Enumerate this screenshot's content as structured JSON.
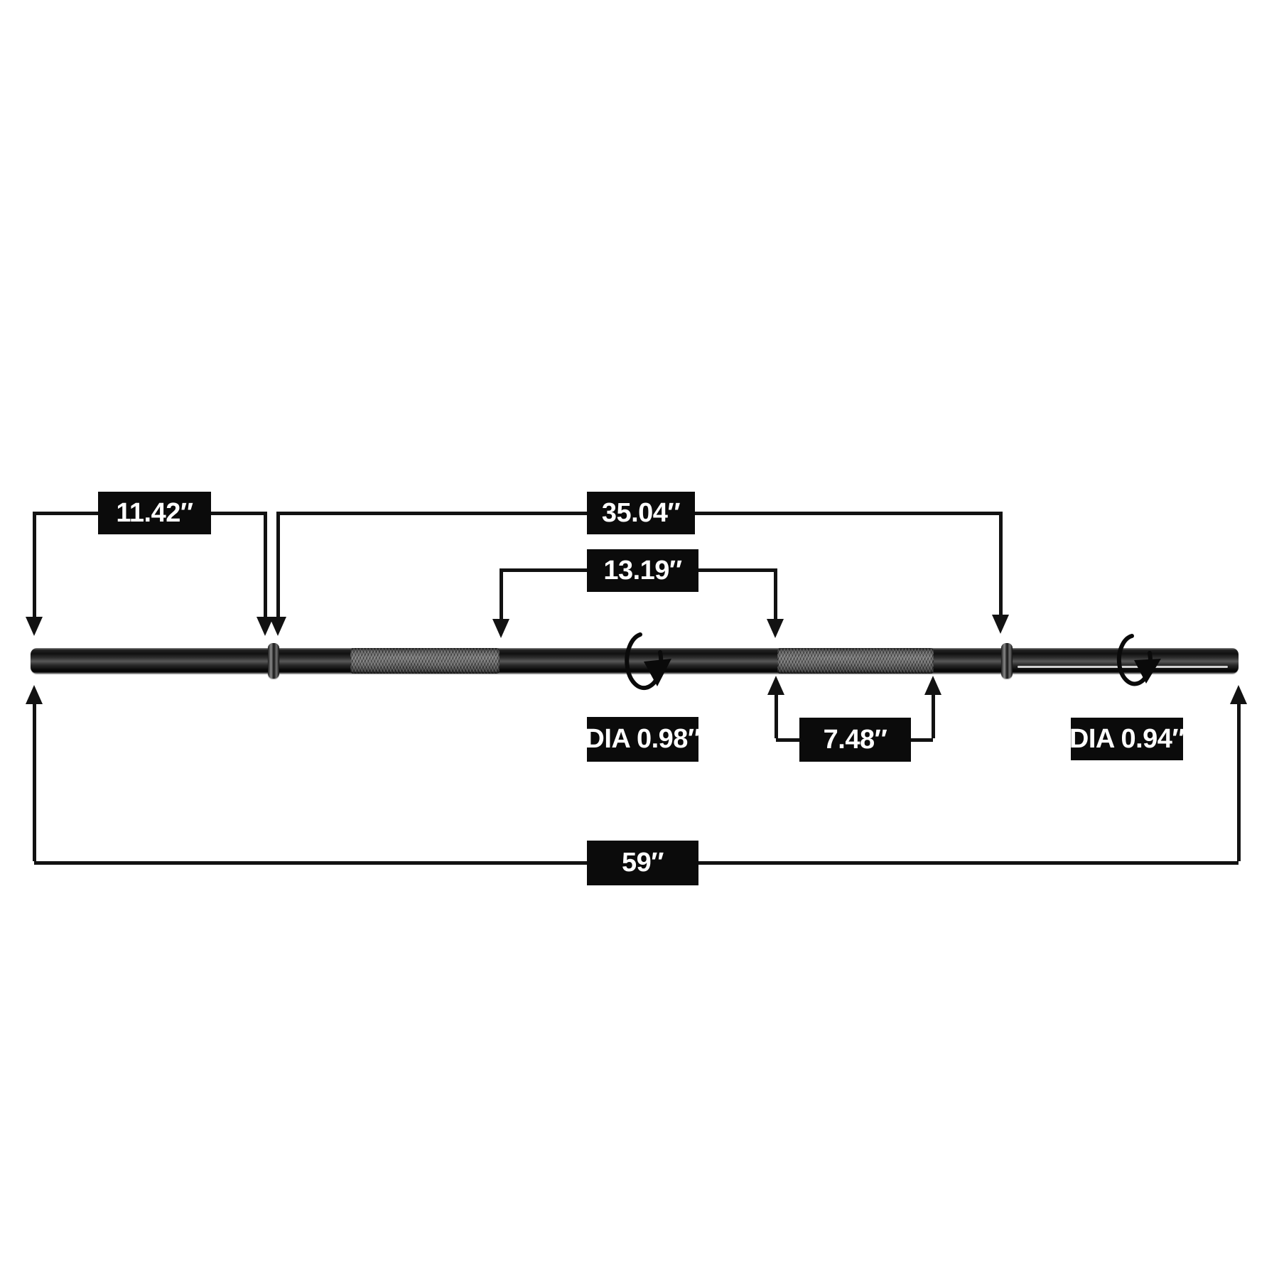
{
  "diagram": {
    "type": "product-dimension-diagram",
    "subject": "barbell weight bar"
  },
  "measurements": {
    "end_to_collar": "11.42″",
    "collar_to_collar": "35.04″",
    "mid_smooth_section": "13.19″",
    "shaft_diameter": "DIA 0.98″",
    "grip_knurl_length": "7.48″",
    "sleeve_diameter": "DIA 0.94″",
    "total_length": "59″"
  },
  "colors": {
    "background": "#ffffff",
    "label_bg": "#0b0b0b",
    "label_text": "#ffffff",
    "line": "#121212",
    "bar_dark": "#101010",
    "knurl_gray": "#6a6a6a"
  }
}
